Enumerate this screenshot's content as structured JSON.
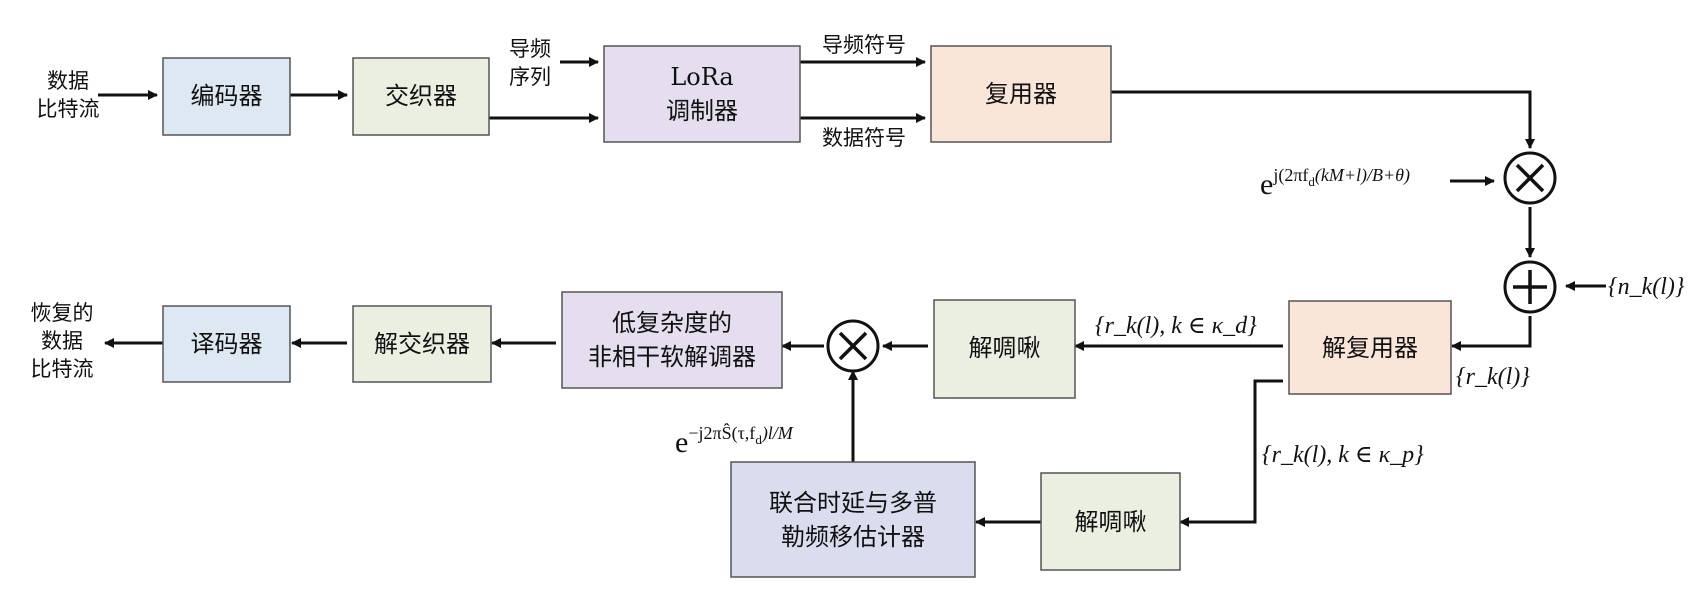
{
  "blocks": {
    "encoder": "编码器",
    "interleaver": "交织器",
    "modulator_line1": "LoRa",
    "modulator_line2": "调制器",
    "multiplexer": "复用器",
    "demultiplexer": "解复用器",
    "dechirp_data": "解啁啾",
    "dechirp_pilot": "解啁啾",
    "demodulator_line1": "低复杂度的",
    "demodulator_line2": "非相干软解调器",
    "deinterleaver": "解交织器",
    "decoder": "译码器",
    "estimator_line1": "联合时延与多普",
    "estimator_line2": "勒频移估计器"
  },
  "labels": {
    "input_line1": "数据",
    "input_line2": "比特流",
    "pilot_seq_line1": "导频",
    "pilot_seq_line2": "序列",
    "pilot_symbol": "导频符号",
    "data_symbol": "数据符号",
    "output_line1": "恢复的",
    "output_line2": "数据",
    "output_line3": "比特流"
  },
  "math": {
    "channel_phase_base": "e",
    "channel_phase_exp": "j(2πf",
    "channel_phase_sub": "d",
    "channel_phase_rest": "(kM+l)/B+θ)",
    "noise": "{n_k(l)}",
    "received": "{r_k(l)}",
    "data_set": "{r_k(l), k ∈ κ_d}",
    "pilot_set": "{r_k(l), k ∈ κ_p}",
    "comp_base": "e",
    "comp_exp": "−j2πŜ(τ,f",
    "comp_sub": "d",
    "comp_rest": ")l/M"
  },
  "colors": {
    "encoder": "#dde8f2",
    "interleaver": "#ebefe2",
    "modulator": "#e4deee",
    "multiplexer": "#fae6d9",
    "demodulator": "#e4deee",
    "estimator": "#d9dded"
  }
}
